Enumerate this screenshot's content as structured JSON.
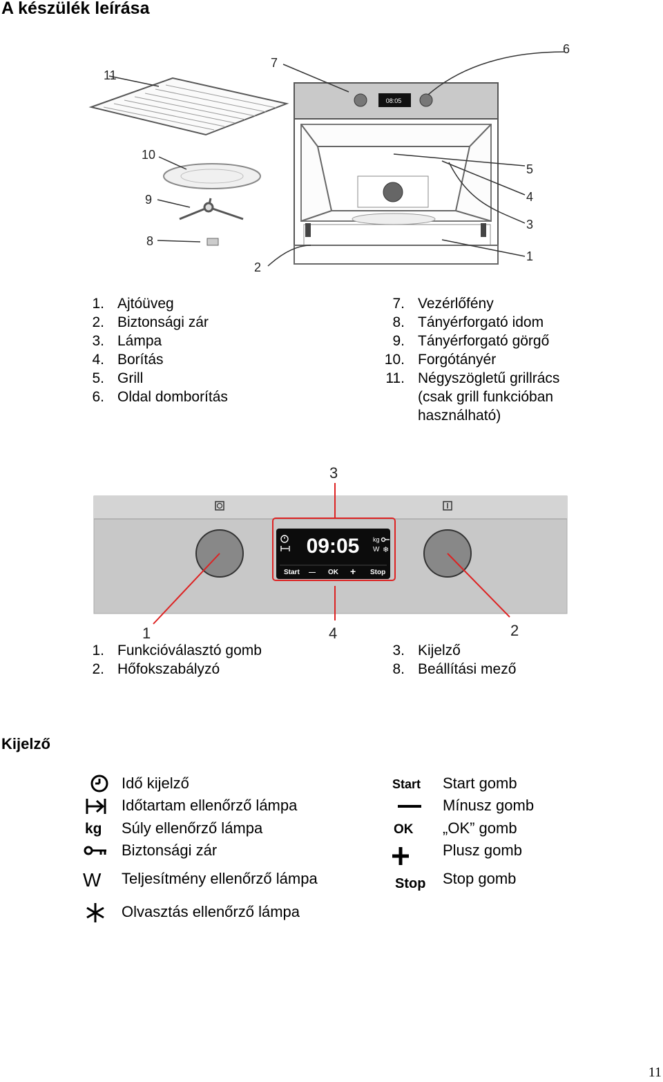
{
  "title": "A készülék leírása",
  "diagram1": {
    "callouts": [
      "1",
      "2",
      "3",
      "4",
      "5",
      "6",
      "7",
      "8",
      "9",
      "10",
      "11"
    ],
    "display_time": "08:05"
  },
  "legend1": {
    "left": [
      {
        "num": "1.",
        "text": "Ajtóüveg"
      },
      {
        "num": "2.",
        "text": "Biztonsági zár"
      },
      {
        "num": "3.",
        "text": "Lámpa"
      },
      {
        "num": "4.",
        "text": "Borítás"
      },
      {
        "num": "5.",
        "text": "Grill"
      },
      {
        "num": "6.",
        "text": "Oldal domborítás"
      }
    ],
    "right": [
      {
        "num": "7.",
        "text": "Vezérlőfény"
      },
      {
        "num": "8.",
        "text": "Tányérforgató idom"
      },
      {
        "num": "9.",
        "text": "Tányérforgató görgő"
      },
      {
        "num": "10.",
        "text": "Forgótányér"
      },
      {
        "num": "11.",
        "text": "Négyszögletű grillrács"
      }
    ],
    "right_cont": [
      "(csak grill funkcióban",
      "használható)"
    ]
  },
  "panel": {
    "callouts": [
      "1",
      "2",
      "3",
      "4"
    ],
    "time": "09:05",
    "kg": "kg",
    "w": "W",
    "buttons": [
      "Start",
      "—",
      "OK",
      "+",
      "Stop"
    ]
  },
  "legend2": {
    "left": [
      {
        "num": "1.",
        "text": "Funkcióválasztó gomb"
      },
      {
        "num": "2.",
        "text": "Hőfokszabályzó"
      }
    ],
    "right": [
      {
        "num": "3.",
        "text": "Kijelző"
      },
      {
        "num": "8.",
        "text": "Beállítási mező"
      }
    ]
  },
  "display_section": {
    "title": "Kijelző",
    "left_items": [
      {
        "icon": "clock-icon",
        "label": "Idő kijelző"
      },
      {
        "icon": "duration-icon",
        "label": "Időtartam ellenőrző lámpa"
      },
      {
        "icon": "kg-icon",
        "glyph": "kg",
        "label": "Súly ellenőrző lámpa"
      },
      {
        "icon": "key-icon",
        "label": "Biztonsági zár"
      },
      {
        "icon": "power-w-icon",
        "glyph": "W",
        "label": "Teljesítmény ellenőrző lámpa"
      },
      {
        "icon": "snowflake-icon",
        "label": "Olvasztás ellenőrző lámpa"
      }
    ],
    "right_items": [
      {
        "icon": "start-icon",
        "glyph": "Start",
        "label": "Start gomb"
      },
      {
        "icon": "minus-icon",
        "label": "Mínusz gomb"
      },
      {
        "icon": "ok-icon",
        "glyph": "OK",
        "label": "„OK” gomb"
      },
      {
        "icon": "plus-icon",
        "label": "Plusz gomb"
      },
      {
        "icon": "stop-icon",
        "glyph": "Stop",
        "label": "Stop gomb"
      }
    ]
  },
  "page_number": "11"
}
